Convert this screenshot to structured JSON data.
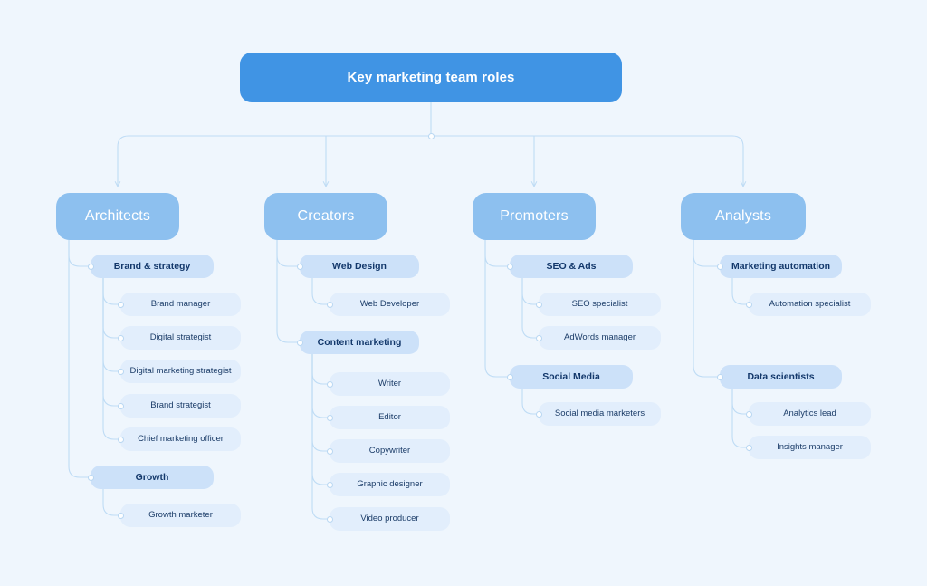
{
  "diagram": {
    "title": "Key marketing team roles",
    "type": "mind-map",
    "background_color": "#eff6fd",
    "colors": {
      "root_fill": "#4094e4",
      "root_text": "#ffffff",
      "category_fill": "#8dc0ef",
      "category_text": "#ffffff",
      "group_fill": "#cce1f9",
      "group_text": "#13386b",
      "leaf_fill": "#e2eefc",
      "leaf_text": "#1b3c68",
      "connector_line": "#bfdcf5",
      "connector_dot_fill": "#fdfeff",
      "connector_dot_border": "#b9d7f2"
    },
    "root": {
      "label": "Key marketing team roles"
    },
    "branches": [
      {
        "label": "Architects",
        "groups": [
          {
            "label": "Brand & strategy",
            "children": [
              {
                "label": "Brand manager"
              },
              {
                "label": "Digital strategist"
              },
              {
                "label": "Digital marketing strategist"
              },
              {
                "label": "Brand strategist"
              },
              {
                "label": "Chief marketing officer"
              }
            ]
          },
          {
            "label": "Growth",
            "children": [
              {
                "label": "Growth marketer"
              }
            ]
          }
        ]
      },
      {
        "label": "Creators",
        "groups": [
          {
            "label": "Web Design",
            "children": [
              {
                "label": "Web Developer"
              }
            ]
          },
          {
            "label": "Content marketing",
            "children": [
              {
                "label": "Writer"
              },
              {
                "label": "Editor"
              },
              {
                "label": "Copywriter"
              },
              {
                "label": "Graphic designer"
              },
              {
                "label": "Video producer"
              }
            ]
          }
        ]
      },
      {
        "label": "Promoters",
        "groups": [
          {
            "label": "SEO & Ads",
            "children": [
              {
                "label": "SEO specialist"
              },
              {
                "label": "AdWords manager"
              }
            ]
          },
          {
            "label": "Social Media",
            "children": [
              {
                "label": "Social media marketers"
              }
            ]
          }
        ]
      },
      {
        "label": "Analysts",
        "groups": [
          {
            "label": "Marketing automation",
            "children": [
              {
                "label": "Automation specialist"
              }
            ]
          },
          {
            "label": "Data scientists",
            "children": [
              {
                "label": "Analytics lead"
              },
              {
                "label": "Insights manager"
              }
            ]
          }
        ]
      }
    ]
  }
}
